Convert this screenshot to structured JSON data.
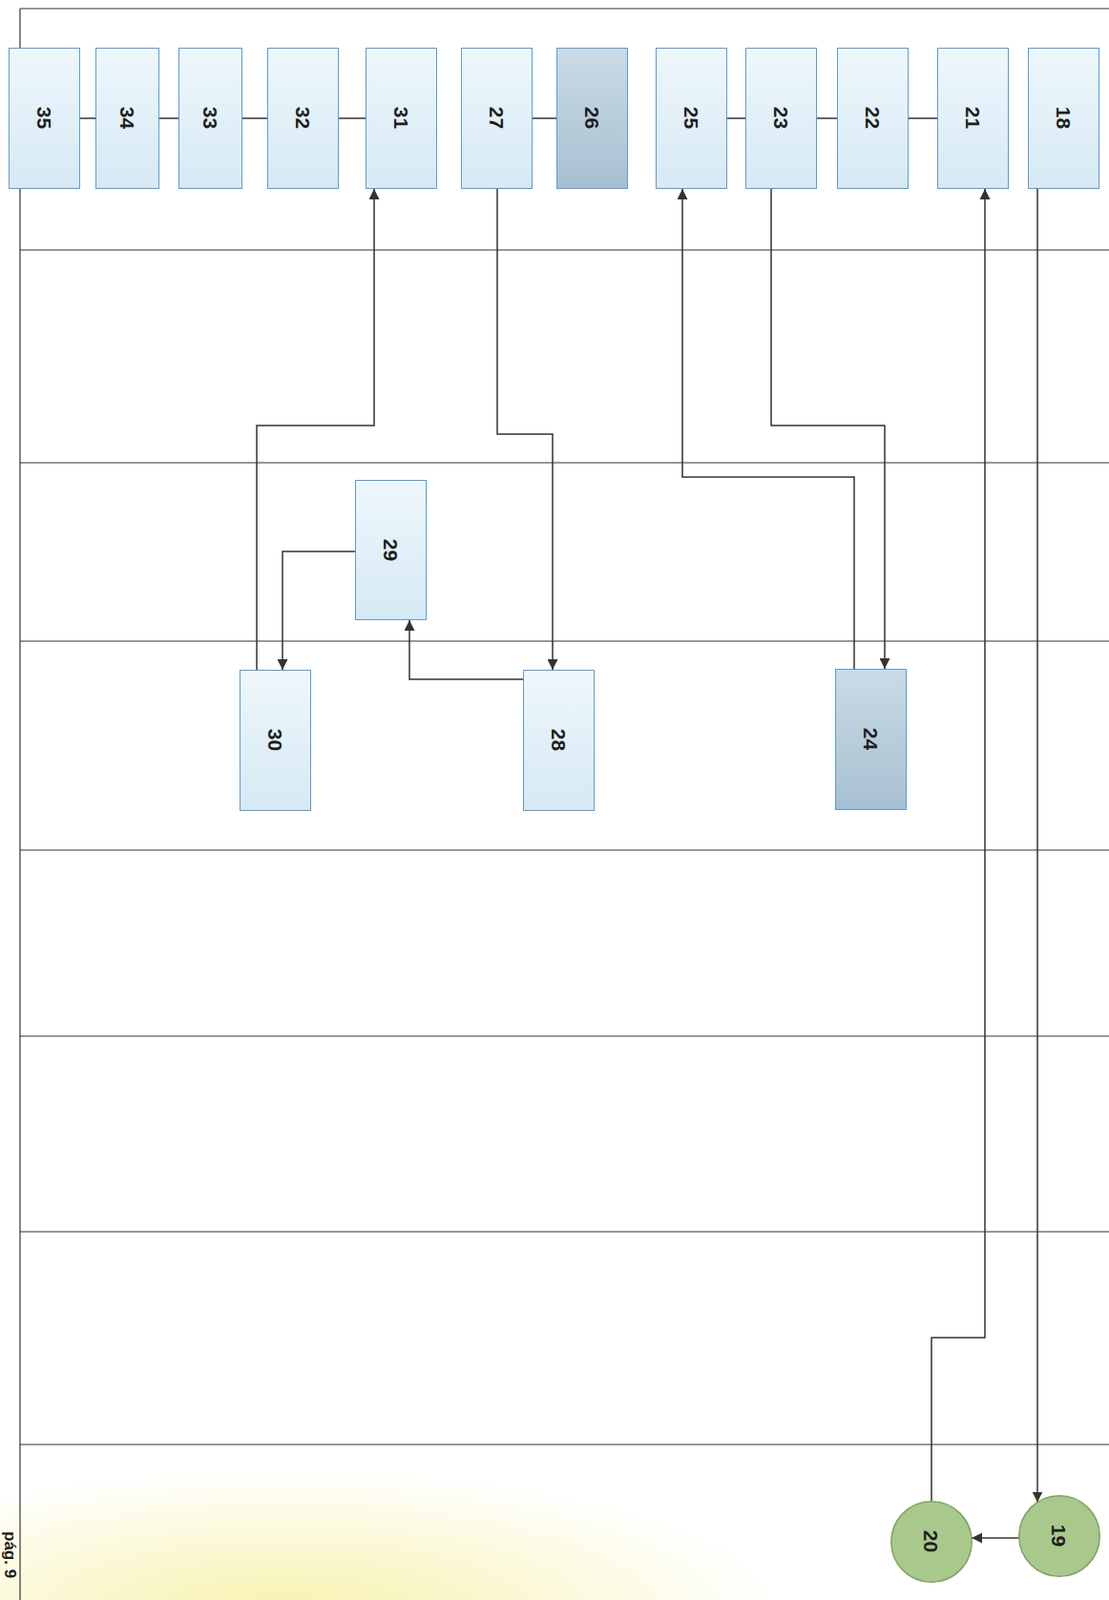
{
  "diagram": {
    "nodes": [
      {
        "text": [
          "18"
        ]
      },
      {
        "text": [
          "19"
        ]
      },
      {
        "text": [
          "20"
        ]
      },
      {
        "text": [
          "21"
        ]
      },
      {
        "text": [
          "22"
        ]
      },
      {
        "text": [
          "23"
        ]
      },
      {
        "text": [
          "24"
        ]
      },
      {
        "text": [
          "25"
        ]
      },
      {
        "text": [
          "26"
        ]
      },
      {
        "text": [
          "27"
        ]
      },
      {
        "text": [
          "28"
        ]
      },
      {
        "text": [
          "29"
        ]
      },
      {
        "text": [
          "30"
        ]
      },
      {
        "text": [
          "31"
        ]
      },
      {
        "text": [
          "32"
        ]
      },
      {
        "text": [
          "33"
        ]
      },
      {
        "text": [
          "34"
        ]
      },
      {
        "text": [
          "35"
        ]
      }
    ],
    "edges": [
      {
        "from": 0,
        "to": 1,
        "arrow": "to"
      },
      {
        "from": 1,
        "to": 2,
        "arrow": "to"
      },
      {
        "from": 2,
        "to": 3,
        "arrow": "to"
      },
      {
        "from": 3,
        "to": 4,
        "arrow": "none"
      },
      {
        "from": 4,
        "to": 5,
        "arrow": "none"
      },
      {
        "from": 5,
        "to": 6,
        "arrow": "to"
      },
      {
        "from": 6,
        "to": 7,
        "arrow": "to"
      },
      {
        "from": 5,
        "to": 7,
        "arrow": "none"
      },
      {
        "from": 8,
        "to": 9,
        "arrow": "none"
      },
      {
        "from": 9,
        "to": 10,
        "arrow": "to"
      },
      {
        "from": 10,
        "to": 11,
        "arrow": "to"
      },
      {
        "from": 11,
        "to": 12,
        "arrow": "to"
      },
      {
        "from": 12,
        "to": 13,
        "arrow": "to"
      },
      {
        "from": 13,
        "to": 14,
        "arrow": "none"
      },
      {
        "from": 14,
        "to": 15,
        "arrow": "none"
      },
      {
        "from": 15,
        "to": 16,
        "arrow": "none"
      },
      {
        "from": 16,
        "to": 17,
        "arrow": "none"
      }
    ],
    "labels": [
      "pág. 9"
    ]
  }
}
